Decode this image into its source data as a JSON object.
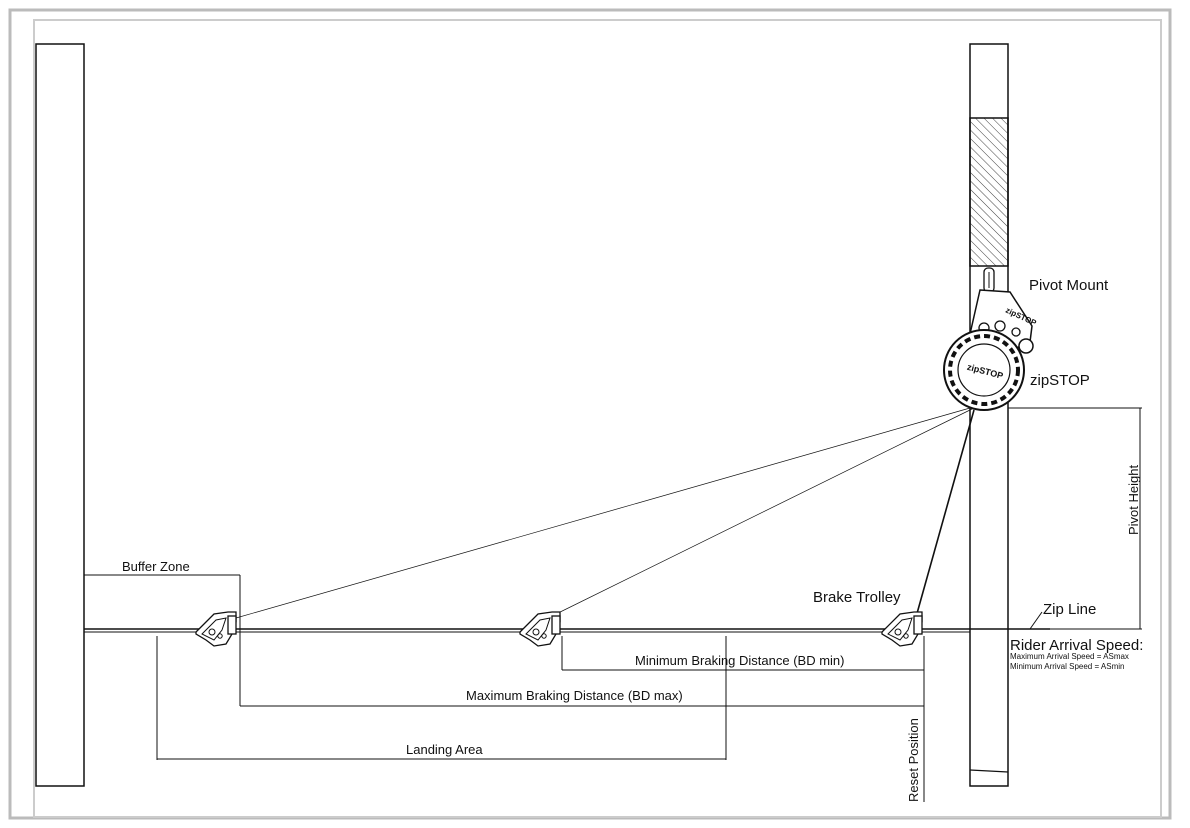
{
  "labels": {
    "pivot_mount": "Pivot Mount",
    "zipstop": "zipSTOP",
    "pivot_height": "Pivot Height",
    "brake_trolley": "Brake Trolley",
    "zip_line": "Zip Line",
    "rider_arrival_speed": "Rider Arrival Speed:",
    "max_arrival_speed": "Maximum Arrival Speed = ASmax",
    "min_arrival_speed": "Minimum Arrival Speed = ASmin",
    "buffer_zone": "Buffer Zone",
    "bd_min": "Minimum Braking Distance (BD min)",
    "bd_max": "Maximum Braking Distance (BD max)",
    "landing_area": "Landing Area",
    "reset_position": "Reset Position",
    "device_brand": "zipSTOP",
    "mount_brand": "zipSTOP"
  },
  "colors": {
    "line": "#111111",
    "frame": "#bbbbbb",
    "hatch": "#444444"
  }
}
